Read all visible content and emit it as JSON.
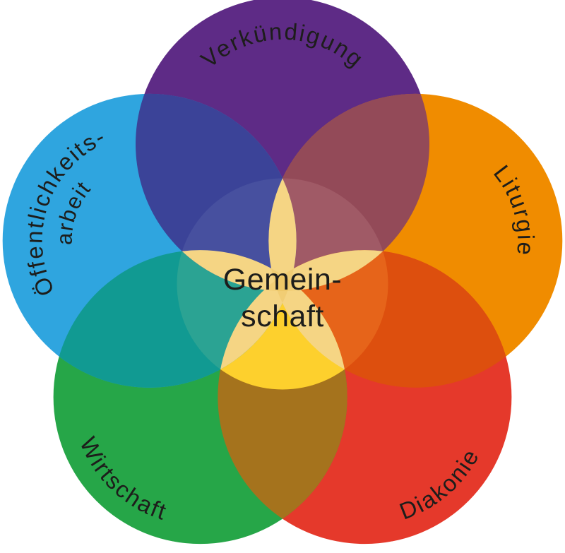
{
  "diagram": {
    "background": "#ffffff",
    "center": {
      "line1": "Gemein-",
      "line2": "schaft"
    },
    "segments": [
      {
        "id": "verkuendigung",
        "label": "Verkündigung",
        "color": "#5e2b86"
      },
      {
        "id": "liturgie",
        "label": "Liturgie",
        "color": "#f08c00"
      },
      {
        "id": "diakonie",
        "label": "Diakonie",
        "color": "#e5392b"
      },
      {
        "id": "wirtschaft",
        "label": "Wirtschaft",
        "color": "#26a648"
      },
      {
        "id": "oeffentlichkeitsarbeit",
        "label": "Öffentlichkeits-",
        "label2": "arbeit",
        "color": "#2fa5df"
      }
    ],
    "colors": {
      "purple": "#5e2b86",
      "orange": "#f08c00",
      "red": "#e5392b",
      "green": "#26a648",
      "blue": "#2fa5df",
      "purple_orange": "#934a58",
      "orange_red": "#dd4f0e",
      "red_green": "#a5731d",
      "green_blue": "#119a92",
      "blue_purple": "#3b4398",
      "tint_purple_orange": "#a05a66",
      "tint_orange_red": "#e6641a",
      "tint_red_green": "#fdd02d",
      "tint_green_blue": "#2ba393",
      "tint_blue_purple": "#47509f",
      "flower": "#f7da8e",
      "flower_shade": "#e4b240",
      "text": "#1d1d1b"
    }
  }
}
